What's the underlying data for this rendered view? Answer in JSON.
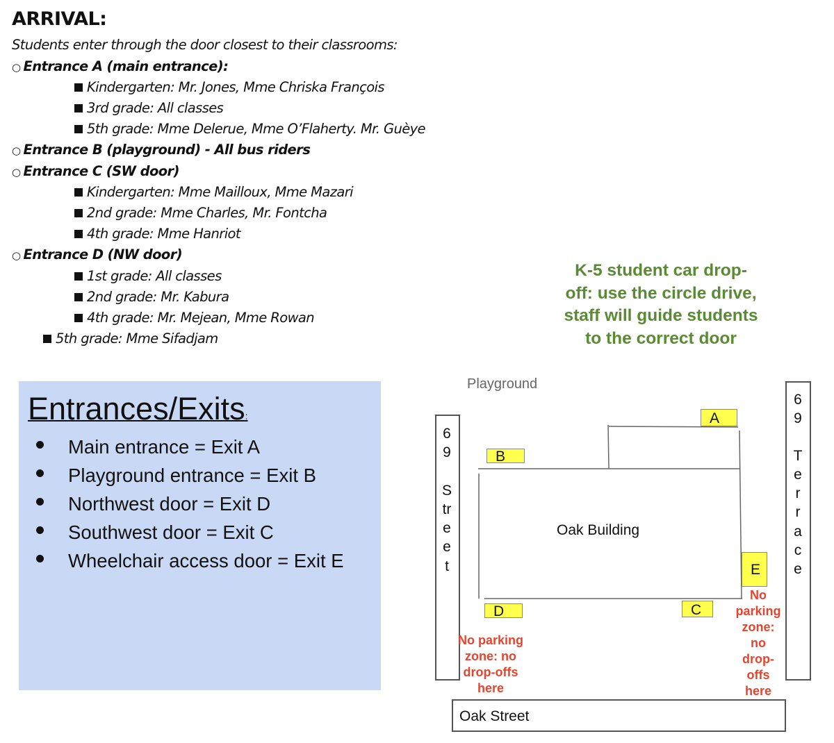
{
  "arrival": {
    "title": "ARRIVAL:",
    "intro": "Students enter through the door closest to their classrooms:",
    "entrance_a": {
      "label": "Entrance A (main entrance):",
      "items": [
        "Kindergarten: Mr. Jones, Mme Chriska François",
        "3rd grade: All classes",
        "5th grade: Mme Delerue, Mme O’Flaherty. Mr. Guèye"
      ]
    },
    "entrance_b": {
      "label": "Entrance B (playground) - All bus riders"
    },
    "entrance_c": {
      "label": "Entrance C (SW door)",
      "items": [
        "Kindergarten: Mme Mailloux, Mme Mazari",
        "2nd grade: Mme Charles, Mr. Fontcha",
        "4th grade: Mme Hanriot"
      ]
    },
    "entrance_d": {
      "label": "Entrance D (NW door)",
      "items": [
        "1st grade: All classes",
        "2nd grade: Mr. Kabura",
        "4th grade: Mr. Mejean, Mme Rowan",
        "5th grade: Mme Sifadjam"
      ]
    }
  },
  "car_dropoff": [
    "K-5 student car drop-",
    "off: use the circle drive,",
    "staff will guide students",
    "to the correct door"
  ],
  "exits_panel": {
    "title": "Entrances/Exits",
    "colon": ":",
    "items": [
      "Main entrance = Exit A",
      "Playground entrance = Exit B",
      "Northwest door = Exit D",
      "Southwest door = Exit C",
      "Wheelchair access door = Exit E"
    ]
  },
  "map": {
    "playground": "Playground",
    "building": "Oak Building",
    "oak_street": "Oak Street",
    "left_street": [
      "6",
      "9",
      "S",
      "tr",
      "e",
      "e",
      "t"
    ],
    "right_street": [
      "6",
      "9",
      "T",
      "e",
      "r",
      "r",
      "a",
      "c",
      "e"
    ],
    "doors": {
      "a": "A",
      "b": "B",
      "c": "C",
      "d": "D",
      "e": "E"
    },
    "no_parking_left": [
      "No parking",
      "zone: no",
      "drop-offs",
      "here"
    ],
    "no_parking_right": [
      "No",
      "parking",
      "zone:",
      "no",
      "drop-",
      "offs",
      "here"
    ]
  },
  "colors": {
    "green": "#5b8a35",
    "panel": "#c9d8f5",
    "door": "#ffff4d",
    "warning": "#e8432c"
  }
}
